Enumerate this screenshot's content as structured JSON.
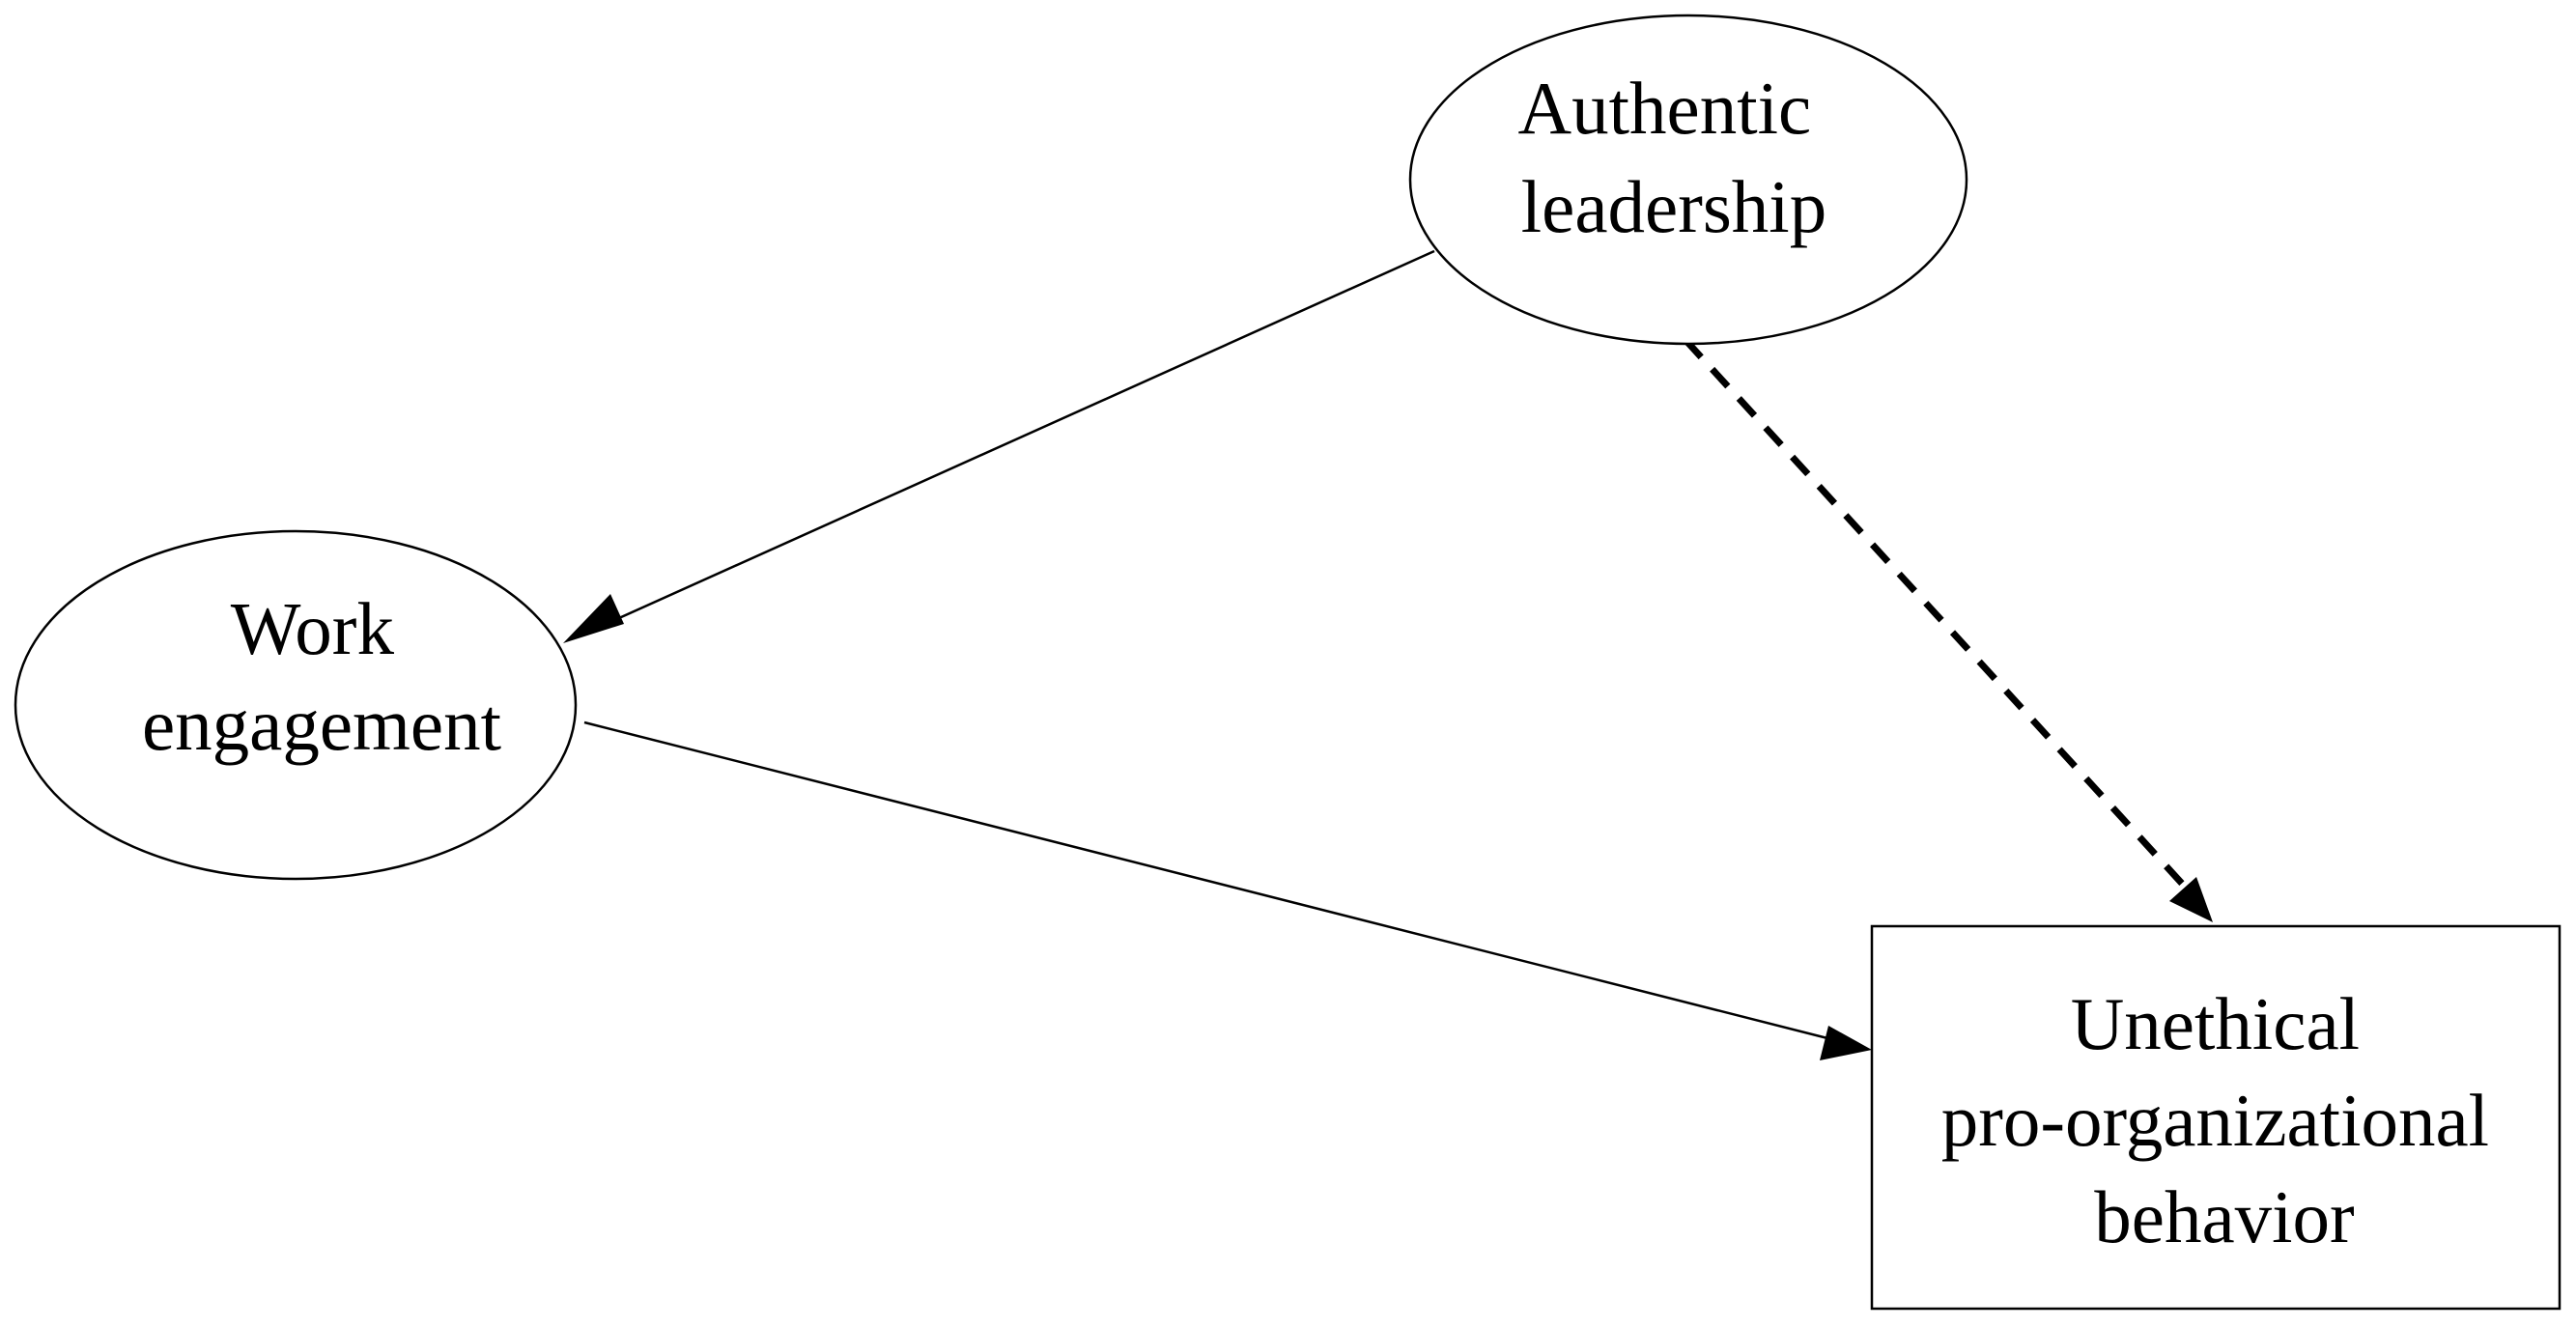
{
  "nodes": {
    "authentic_leadership": {
      "shape": "ellipse",
      "lines": [
        "Authentic",
        "leadership"
      ]
    },
    "work_engagement": {
      "shape": "ellipse",
      "lines": [
        "Work",
        "engagement"
      ]
    },
    "unethical_pro_organizational_behavior": {
      "shape": "rectangle",
      "lines": [
        "Unethical",
        "pro-organizational",
        "behavior"
      ]
    }
  },
  "edges": [
    {
      "from": "authentic_leadership",
      "to": "work_engagement",
      "style": "solid"
    },
    {
      "from": "work_engagement",
      "to": "unethical_pro_organizational_behavior",
      "style": "solid"
    },
    {
      "from": "authentic_leadership",
      "to": "unethical_pro_organizational_behavior",
      "style": "dashed"
    }
  ],
  "colors": {
    "stroke": "#000000",
    "background": "#ffffff"
  }
}
